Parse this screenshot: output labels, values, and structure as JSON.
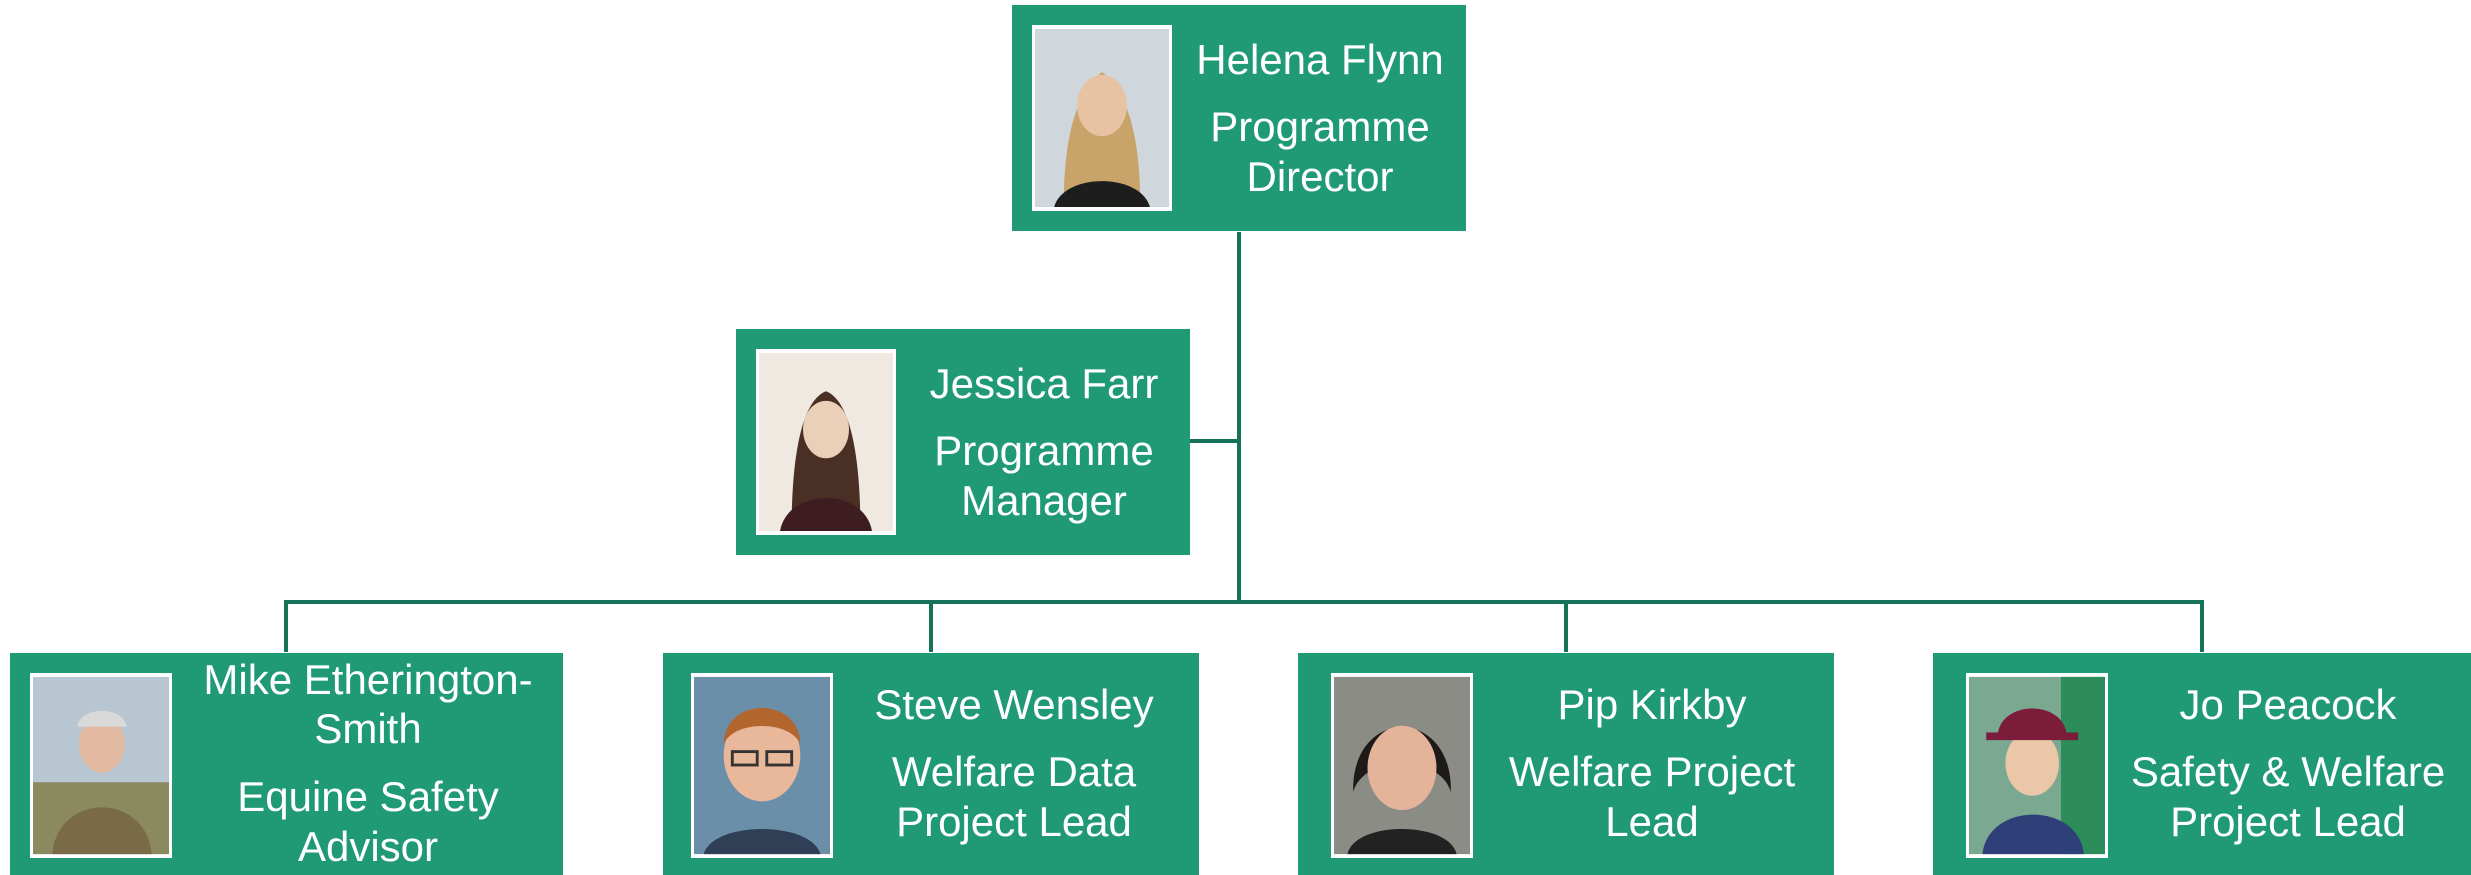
{
  "colors": {
    "card": "#1f9a75",
    "connector": "#16735a",
    "text": "#ffffff"
  },
  "director": {
    "name": "Helena Flynn",
    "title": "Programme Director",
    "photo": "portrait-helena-flynn"
  },
  "manager": {
    "name": "Jessica Farr",
    "title": "Programme Manager",
    "photo": "portrait-jessica-farr"
  },
  "team": [
    {
      "name": "Mike Etherington-Smith",
      "title": "Equine Safety Advisor",
      "photo": "portrait-mike-etherington-smith"
    },
    {
      "name": "Steve Wensley",
      "title": "Welfare Data Project Lead",
      "photo": "portrait-steve-wensley"
    },
    {
      "name": "Pip Kirkby",
      "title": "Welfare Project Lead",
      "photo": "portrait-pip-kirkby"
    },
    {
      "name": "Jo Peacock",
      "title": "Safety & Welfare Project Lead",
      "photo": "portrait-jo-peacock"
    }
  ]
}
